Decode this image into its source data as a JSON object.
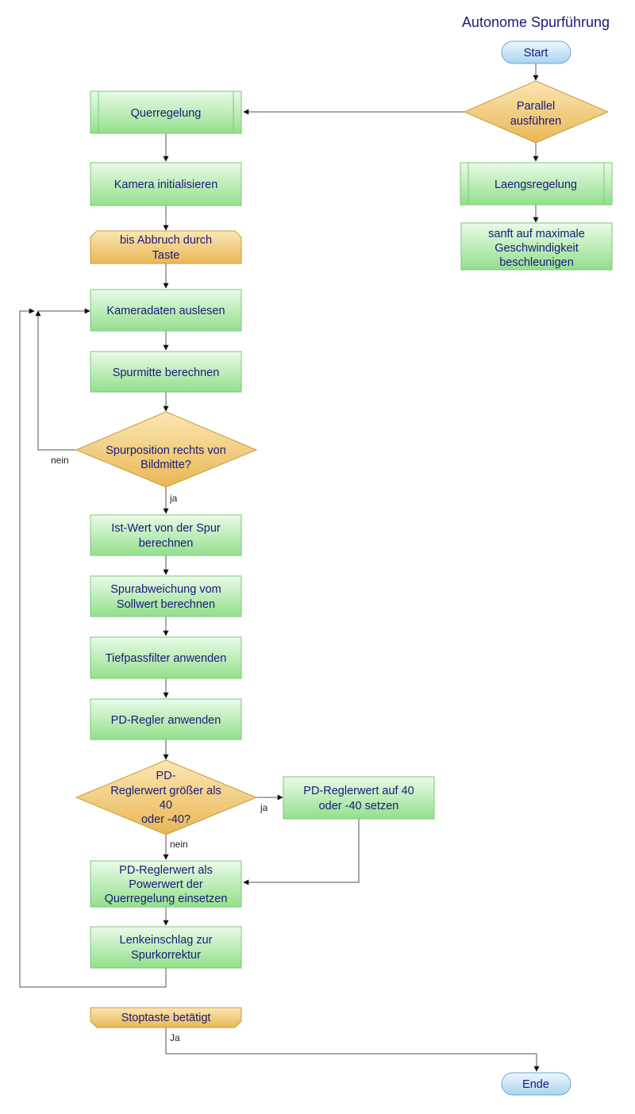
{
  "title": "Autonome Spurführung",
  "nodes": {
    "start": "Start",
    "parallel": [
      "Parallel",
      "ausführen"
    ],
    "laengsregelung": "Laengsregelung",
    "beschleunigen": [
      "sanft auf maximale",
      "Geschwindigkeit",
      "beschleunigen"
    ],
    "querregelung": "Querregelung",
    "kamera_init": "Kamera initialisieren",
    "loop_start": [
      "bis Abbruch durch",
      "Taste"
    ],
    "kameradaten": "Kameradaten auslesen",
    "spurmitte": "Spurmitte berechnen",
    "decision_spurposition": [
      "Spurposition rechts von",
      "Bildmitte?"
    ],
    "istwert": [
      "Ist-Wert von der Spur",
      "berechnen"
    ],
    "spurabweichung": [
      "Spurabweichung vom",
      "Sollwert berechnen"
    ],
    "tiefpass": "Tiefpassfilter anwenden",
    "pdregler": "PD-Regler anwenden",
    "decision_pd": [
      "PD-",
      "Reglerwert größer als",
      "40",
      "oder -40?"
    ],
    "pd_set": [
      "PD-Reglerwert auf 40",
      "oder -40 setzen"
    ],
    "powerwert": [
      "PD-Reglerwert als",
      "Powerwert der",
      "Querregelung einsetzen"
    ],
    "lenkeinschlag": [
      "Lenkeinschlag zur",
      "Spurkorrektur"
    ],
    "stoptaste": "Stoptaste betätigt",
    "ende": "Ende"
  },
  "edge_labels": {
    "nein_1": "nein",
    "ja_1": "ja",
    "ja_2": "ja",
    "nein_2": "nein",
    "ja_stop": "Ja"
  },
  "colors": {
    "process_fill_top": "#eafbe8",
    "process_fill_bottom": "#93df8c",
    "process_stroke": "#7fc77a",
    "decision_fill_top": "#fbe6b4",
    "decision_fill_bottom": "#e9b754",
    "decision_stroke": "#c99a3c",
    "terminal_fill_top": "#eef7fd",
    "terminal_fill_bottom": "#a8d5f0",
    "terminal_stroke": "#6aa8cf",
    "text": "#1a1a7a"
  }
}
